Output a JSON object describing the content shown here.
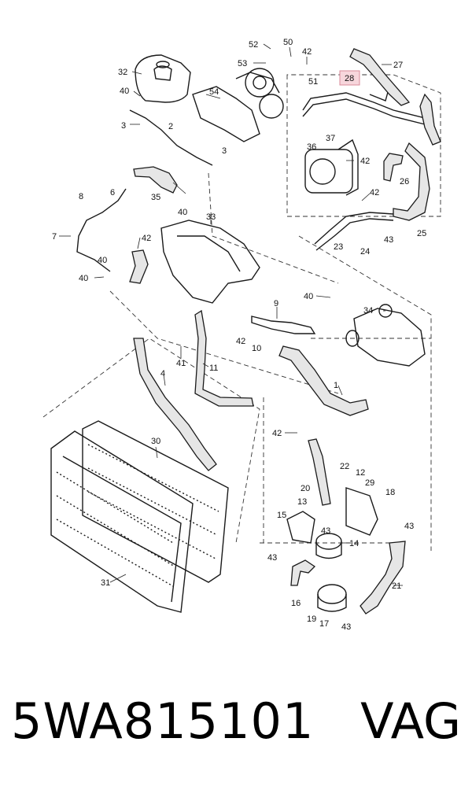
{
  "diagram": {
    "highlighted_callout": "28",
    "callouts": [
      {
        "id": "c52",
        "label": "52"
      },
      {
        "id": "c50",
        "label": "50"
      },
      {
        "id": "c42a",
        "label": "42"
      },
      {
        "id": "c53",
        "label": "53"
      },
      {
        "id": "c51",
        "label": "51"
      },
      {
        "id": "c28",
        "label": "28"
      },
      {
        "id": "c27",
        "label": "27"
      },
      {
        "id": "c32",
        "label": "32"
      },
      {
        "id": "c40a",
        "label": "40"
      },
      {
        "id": "c54",
        "label": "54"
      },
      {
        "id": "c3a",
        "label": "3"
      },
      {
        "id": "c2",
        "label": "2"
      },
      {
        "id": "c37",
        "label": "37"
      },
      {
        "id": "c36",
        "label": "36"
      },
      {
        "id": "c42b",
        "label": "42"
      },
      {
        "id": "c3b",
        "label": "3"
      },
      {
        "id": "c26",
        "label": "26"
      },
      {
        "id": "c42c",
        "label": "42"
      },
      {
        "id": "c35",
        "label": "35"
      },
      {
        "id": "c8",
        "label": "8"
      },
      {
        "id": "c6",
        "label": "6"
      },
      {
        "id": "c40b",
        "label": "40"
      },
      {
        "id": "c33",
        "label": "33"
      },
      {
        "id": "c25",
        "label": "25"
      },
      {
        "id": "c7",
        "label": "7"
      },
      {
        "id": "c42d",
        "label": "42"
      },
      {
        "id": "c23",
        "label": "23"
      },
      {
        "id": "c24",
        "label": "24"
      },
      {
        "id": "c43a",
        "label": "43"
      },
      {
        "id": "c40c",
        "label": "40"
      },
      {
        "id": "c40d",
        "label": "40"
      },
      {
        "id": "c40e",
        "label": "40"
      },
      {
        "id": "c9",
        "label": "9"
      },
      {
        "id": "c34",
        "label": "34"
      },
      {
        "id": "c42e",
        "label": "42"
      },
      {
        "id": "c10",
        "label": "10"
      },
      {
        "id": "c41",
        "label": "41"
      },
      {
        "id": "c11",
        "label": "11"
      },
      {
        "id": "c4",
        "label": "4"
      },
      {
        "id": "c1",
        "label": "1"
      },
      {
        "id": "c30",
        "label": "30"
      },
      {
        "id": "c42f",
        "label": "42"
      },
      {
        "id": "c22",
        "label": "22"
      },
      {
        "id": "c12",
        "label": "12"
      },
      {
        "id": "c20",
        "label": "20"
      },
      {
        "id": "c29",
        "label": "29"
      },
      {
        "id": "c18",
        "label": "18"
      },
      {
        "id": "c13",
        "label": "13"
      },
      {
        "id": "c15",
        "label": "15"
      },
      {
        "id": "c43b",
        "label": "43"
      },
      {
        "id": "c43c",
        "label": "43"
      },
      {
        "id": "c14",
        "label": "14"
      },
      {
        "id": "c43d",
        "label": "43"
      },
      {
        "id": "c31",
        "label": "31"
      },
      {
        "id": "c21",
        "label": "21"
      },
      {
        "id": "c16",
        "label": "16"
      },
      {
        "id": "c19",
        "label": "19"
      },
      {
        "id": "c17",
        "label": "17"
      },
      {
        "id": "c43e",
        "label": "43"
      }
    ]
  },
  "footer": {
    "part_number": "5WA815101",
    "brand": "VAG"
  }
}
